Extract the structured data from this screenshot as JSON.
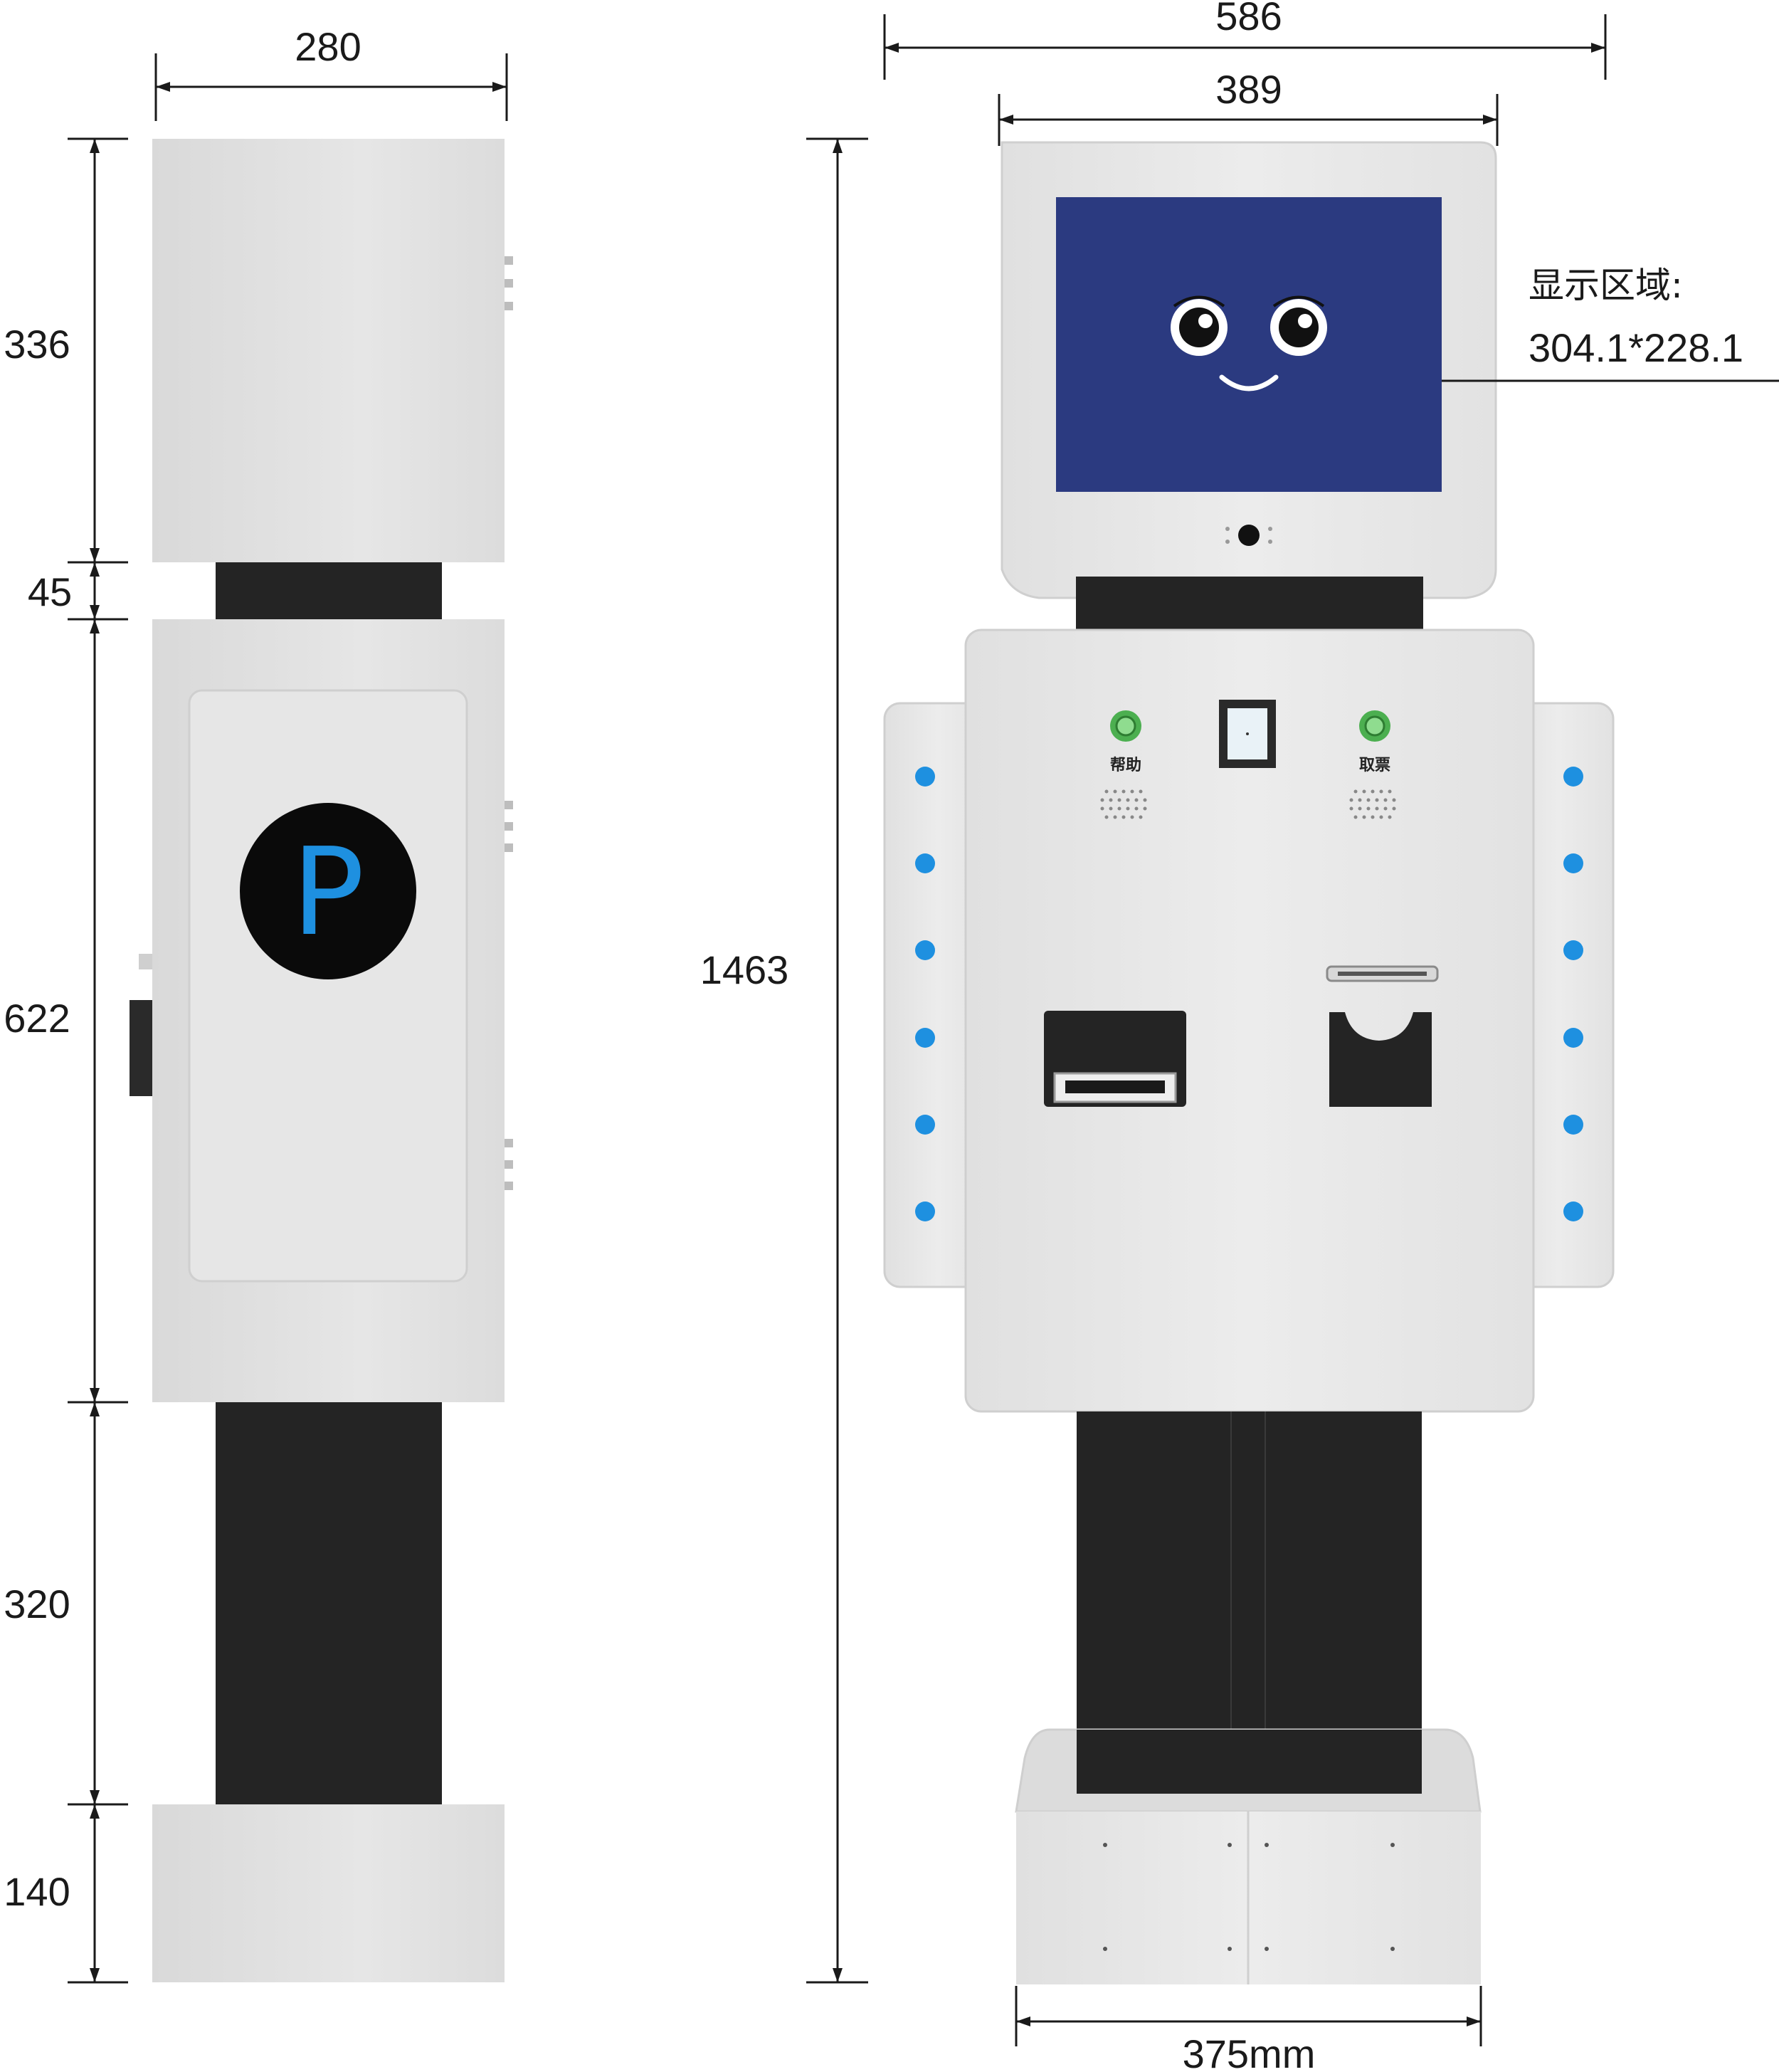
{
  "dimensions": {
    "side_width": "280",
    "front_total_width": "586",
    "screen_housing_width": "389",
    "base_width": "375mm",
    "total_height": "1463",
    "side_heights": {
      "head": "336",
      "neck": "45",
      "body": "622",
      "pillar": "320",
      "base": "140"
    }
  },
  "display_area": {
    "label": "显示区域:",
    "size": "304.1*228.1"
  },
  "side_view": {
    "logo_letter": "P"
  },
  "front_panel": {
    "help_button_label": "帮助",
    "ticket_button_label": "取票"
  },
  "colors": {
    "body_gray": "#e3e3e3",
    "pillar_black": "#242424",
    "screen_blue": "#2b3a80",
    "accent_blue": "#1e90e0",
    "button_green": "#4caf50"
  }
}
